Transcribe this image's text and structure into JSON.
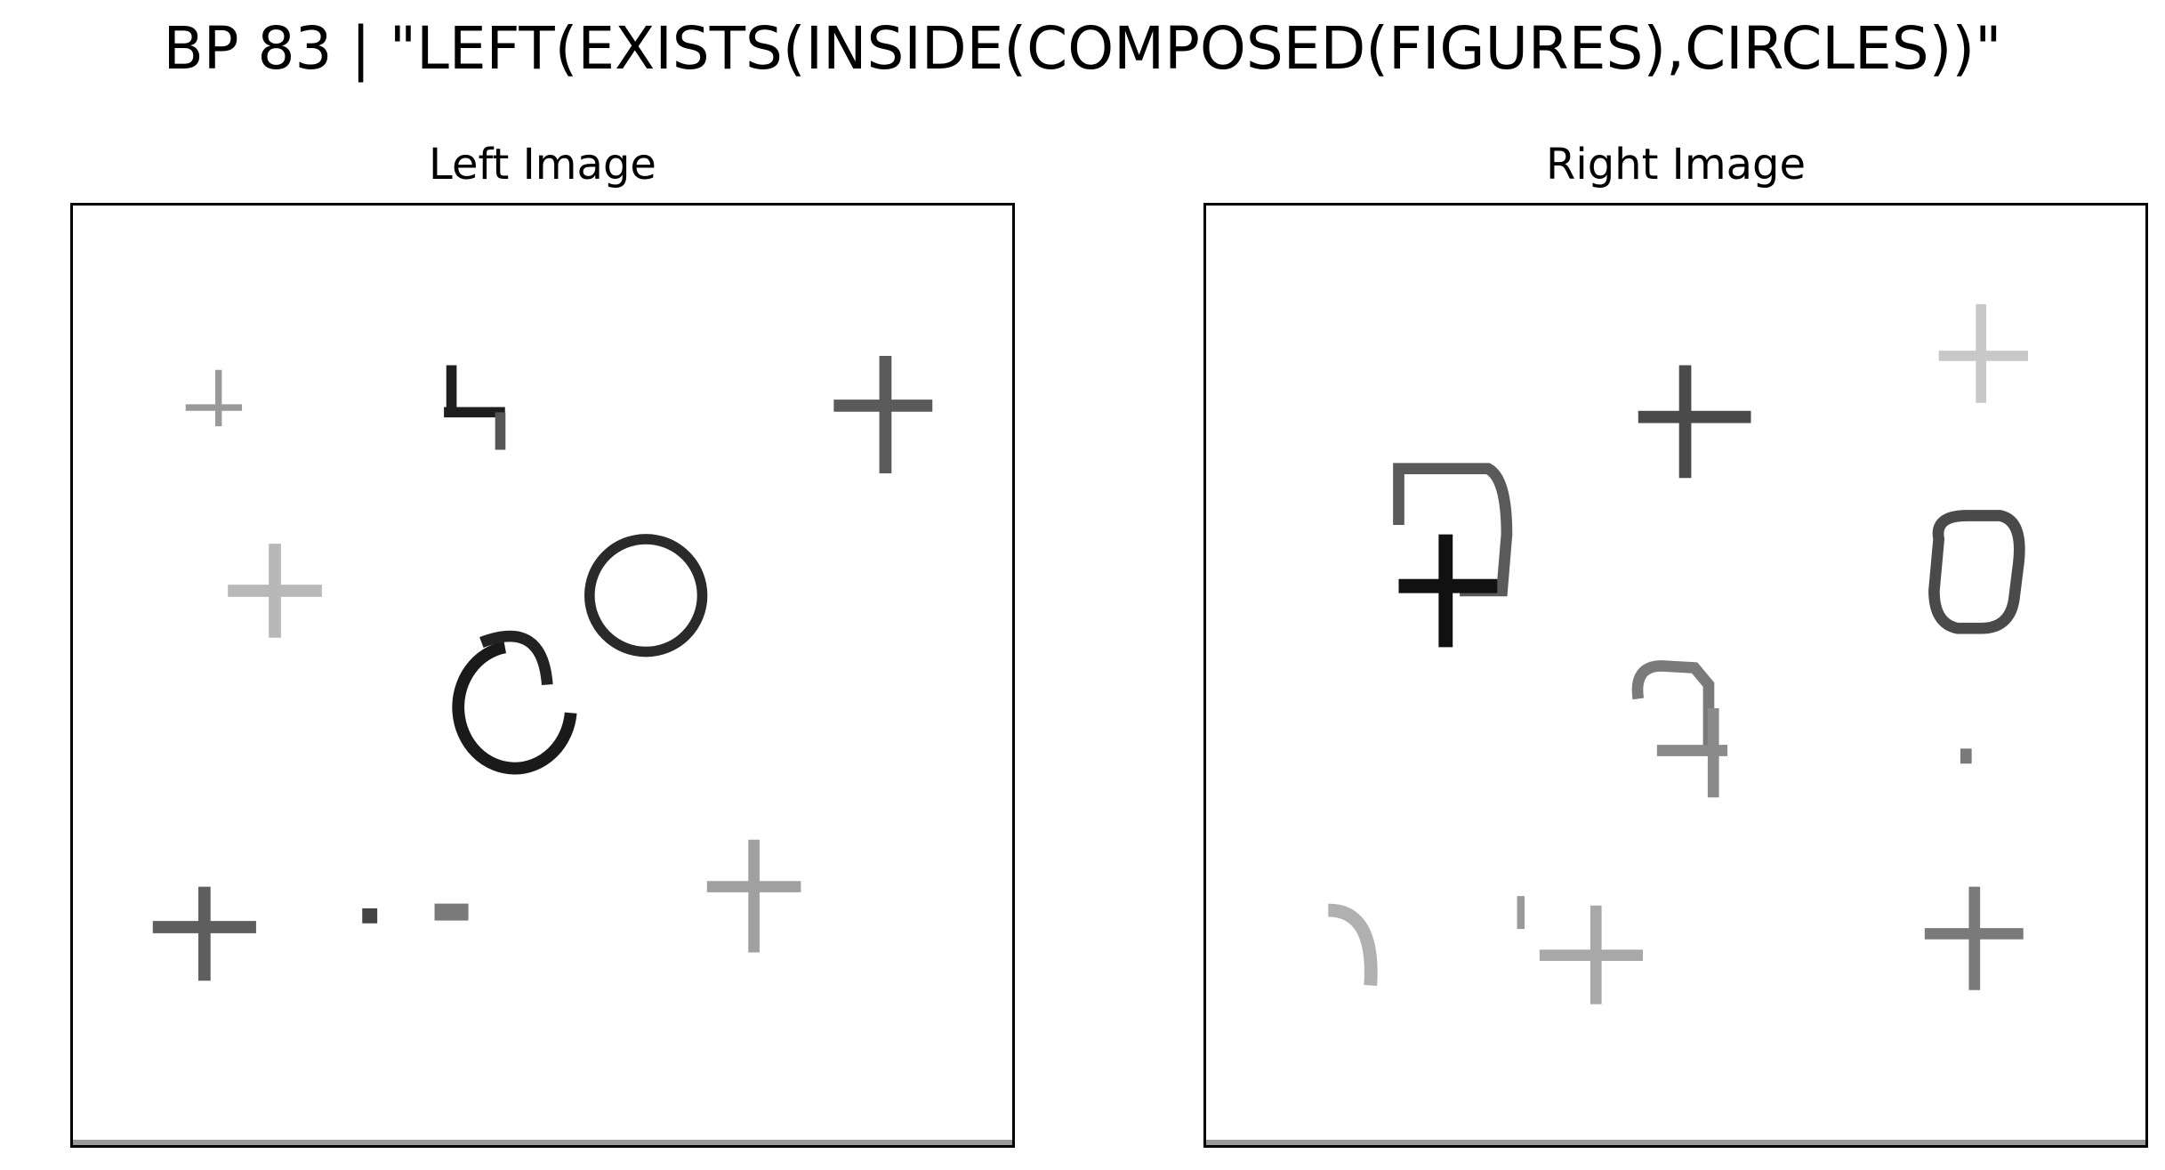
{
  "figure": {
    "title": "BP 83 | \"LEFT(EXISTS(INSIDE(COMPOSED(FIGURES),CIRCLES))\""
  },
  "panels": {
    "left": {
      "title": "Left Image"
    },
    "right": {
      "title": "Right Image"
    }
  }
}
